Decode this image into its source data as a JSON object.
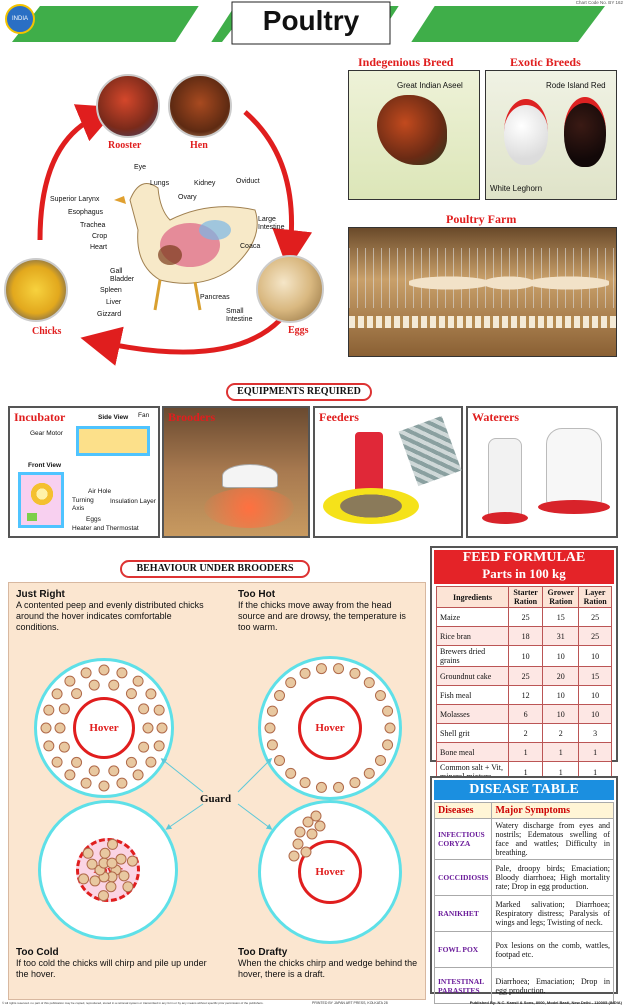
{
  "header": {
    "title": "Poultry",
    "chart_code": "Chart Code No. BY 162",
    "logo_text": "INDIA"
  },
  "lifecycle": {
    "rooster": "Rooster",
    "hen": "Hen",
    "eggs": "Eggs",
    "chicks": "Chicks"
  },
  "anatomy": {
    "labels": [
      "Eye",
      "Lungs",
      "Kidney",
      "Oviduct",
      "Superior Larynx",
      "Ovary",
      "Esophagus",
      "Trachea",
      "Large Intestine",
      "Crop",
      "Heart",
      "Coaca",
      "Gall Bladder",
      "Spleen",
      "Liver",
      "Pancreas",
      "Gizzard",
      "Small Intestine"
    ]
  },
  "breeds": {
    "indigenous_title": "Indegenious Breed",
    "indigenous_caption": "Great Indian Aseel",
    "exotic_title": "Exotic Breeds",
    "exotic_caption1": "Rode Island Red",
    "exotic_caption2": "White Leghorn",
    "farm_title": "Poultry Farm"
  },
  "equipments": {
    "title": "EQUIPMENTS REQUIRED",
    "incubator": {
      "title": "Incubator",
      "side_view": "Side View",
      "fan": "Fan",
      "gear_motor": "Gear Motor",
      "front_view": "Front View",
      "air_hole": "Air Hole",
      "insulation": "Insulation Layer",
      "turning_axis": "Turning Axis",
      "eggs": "Eggs",
      "heater": "Heater and Thermostat"
    },
    "brooders": "Brooders",
    "feeders": "Feeders",
    "waterers": "Waterers"
  },
  "behaviour": {
    "title": "BEHAVIOUR UNDER BROODERS",
    "just_right_h": "Just Right",
    "just_right_t": "A contented peep and evenly distributed chicks around the hover indicates comfortable conditions.",
    "too_hot_h": "Too Hot",
    "too_hot_t": "If the chicks move away from the head source and are drowsy, the temperature is too warm.",
    "too_cold_h": "Too Cold",
    "too_cold_t": "If too cold the chicks will chirp and pile up under the hover.",
    "too_drafty_h": "Too Drafty",
    "too_drafty_t": "When the chicks chirp and wedge behind the hover, there is a draft.",
    "hover": "Hover",
    "guard": "Guard"
  },
  "feed": {
    "title1": "FEED FORMULAE",
    "title2": "Parts in 100 kg",
    "headers": [
      "Ingredients",
      "Starter Ration",
      "Grower Ration",
      "Layer Ration"
    ],
    "rows": [
      [
        "Maize",
        "25",
        "15",
        "25"
      ],
      [
        "Rice bran",
        "18",
        "31",
        "25"
      ],
      [
        "Brewers dried grains",
        "10",
        "10",
        "10"
      ],
      [
        "Groundnut cake",
        "25",
        "20",
        "15"
      ],
      [
        "Fish meal",
        "12",
        "10",
        "10"
      ],
      [
        "Molasses",
        "6",
        "10",
        "10"
      ],
      [
        "Shell grit",
        "2",
        "2",
        "3"
      ],
      [
        "Bone meal",
        "1",
        "1",
        "1"
      ],
      [
        "Common salt + Vit, mineral mixture",
        "1",
        "1",
        "1"
      ]
    ]
  },
  "disease": {
    "title": "DISEASE TABLE",
    "headers": [
      "Diseases",
      "Major Symptoms"
    ],
    "rows": [
      [
        "INFECTIOUS CORYZA",
        "Watery discharge from eyes and nostrils; Edematous swelling of face and wattles; Difficulty in breathing."
      ],
      [
        "COCCIDIOSIS",
        "Pale, droopy birds; Emaciation; Bloody diarrhoea; High mortality rate; Drop in egg production."
      ],
      [
        "RANIKHET",
        "Marked salivation; Diarrhoea; Respiratory distress; Paralysis of wings and legs; Twisting of neck."
      ],
      [
        "FOWL POX",
        "Pox lesions on the comb, wattles, footpad etc."
      ],
      [
        "INTESTINAL PARASITES",
        "Diarrhoea; Emaciation; Drop in egg production."
      ]
    ]
  },
  "footer": {
    "left": "© All rights reserved. no part of this publication may be copied, reproduced, stored in a retrieval system or transmitted in any form or by any means without specific prior permission of the publishers.",
    "mid": "PRINTED BY JAPAN ART PRESS, KOLKATA 28",
    "right": "Published By: N.C. Kansil & Sons, 8000, Model Basti, New Delhi - 110005 (INDIA)"
  },
  "colors": {
    "accent_red": "#e01e1e",
    "header_green": "#3fae49",
    "cyan_ring": "#5ee0e8",
    "peach_bg": "#fbe6d0"
  }
}
